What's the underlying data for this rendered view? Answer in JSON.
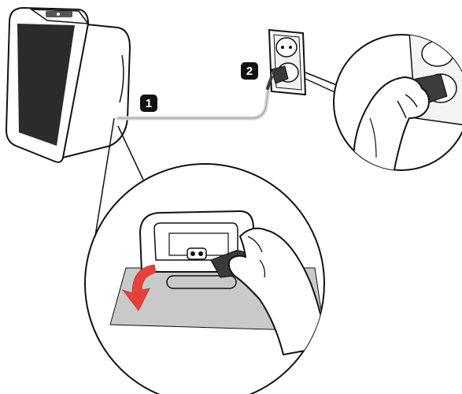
{
  "steps": [
    {
      "number": "1",
      "meaning": "connect-cable-to-speaker"
    },
    {
      "number": "2",
      "meaning": "plug-into-wall-outlet"
    }
  ],
  "colors": {
    "line": "#111111",
    "grille": "#2b2b2b",
    "cable": "#d6d6d6",
    "panel_gray": "#c9c9c9",
    "arrow_red": "#e8413a",
    "badge": "#111111"
  },
  "icons": [
    "speaker-icon",
    "wall-outlet-icon",
    "power-plug-icon",
    "hand-icon",
    "rotate-down-arrow-icon"
  ]
}
